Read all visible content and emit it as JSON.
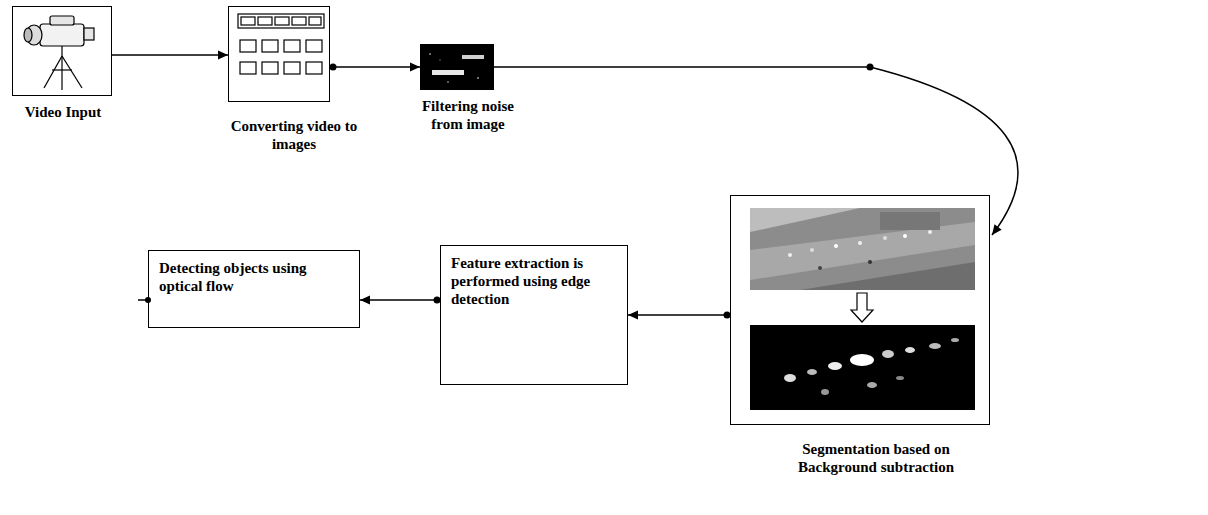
{
  "diagram": {
    "nodes": [
      {
        "text": [
          "Video Input"
        ]
      },
      {
        "text": [
          "Converting video to images"
        ]
      },
      {
        "text": [
          "Filtering noise from image"
        ]
      },
      {
        "text": [
          "Segmentation based on Background subtraction"
        ]
      },
      {
        "text": [
          "Feature extraction is performed using edge detection"
        ]
      },
      {
        "text": [
          "Detecting objects using optical flow"
        ]
      }
    ],
    "edges": [
      {
        "from": 0,
        "to": 1,
        "arrow": "to"
      },
      {
        "from": 1,
        "to": 2,
        "arrow": "to"
      },
      {
        "from": 2,
        "to": 3,
        "arrow": "to"
      },
      {
        "from": 3,
        "to": 4,
        "arrow": "to"
      },
      {
        "from": 4,
        "to": 5,
        "arrow": "to"
      }
    ]
  }
}
